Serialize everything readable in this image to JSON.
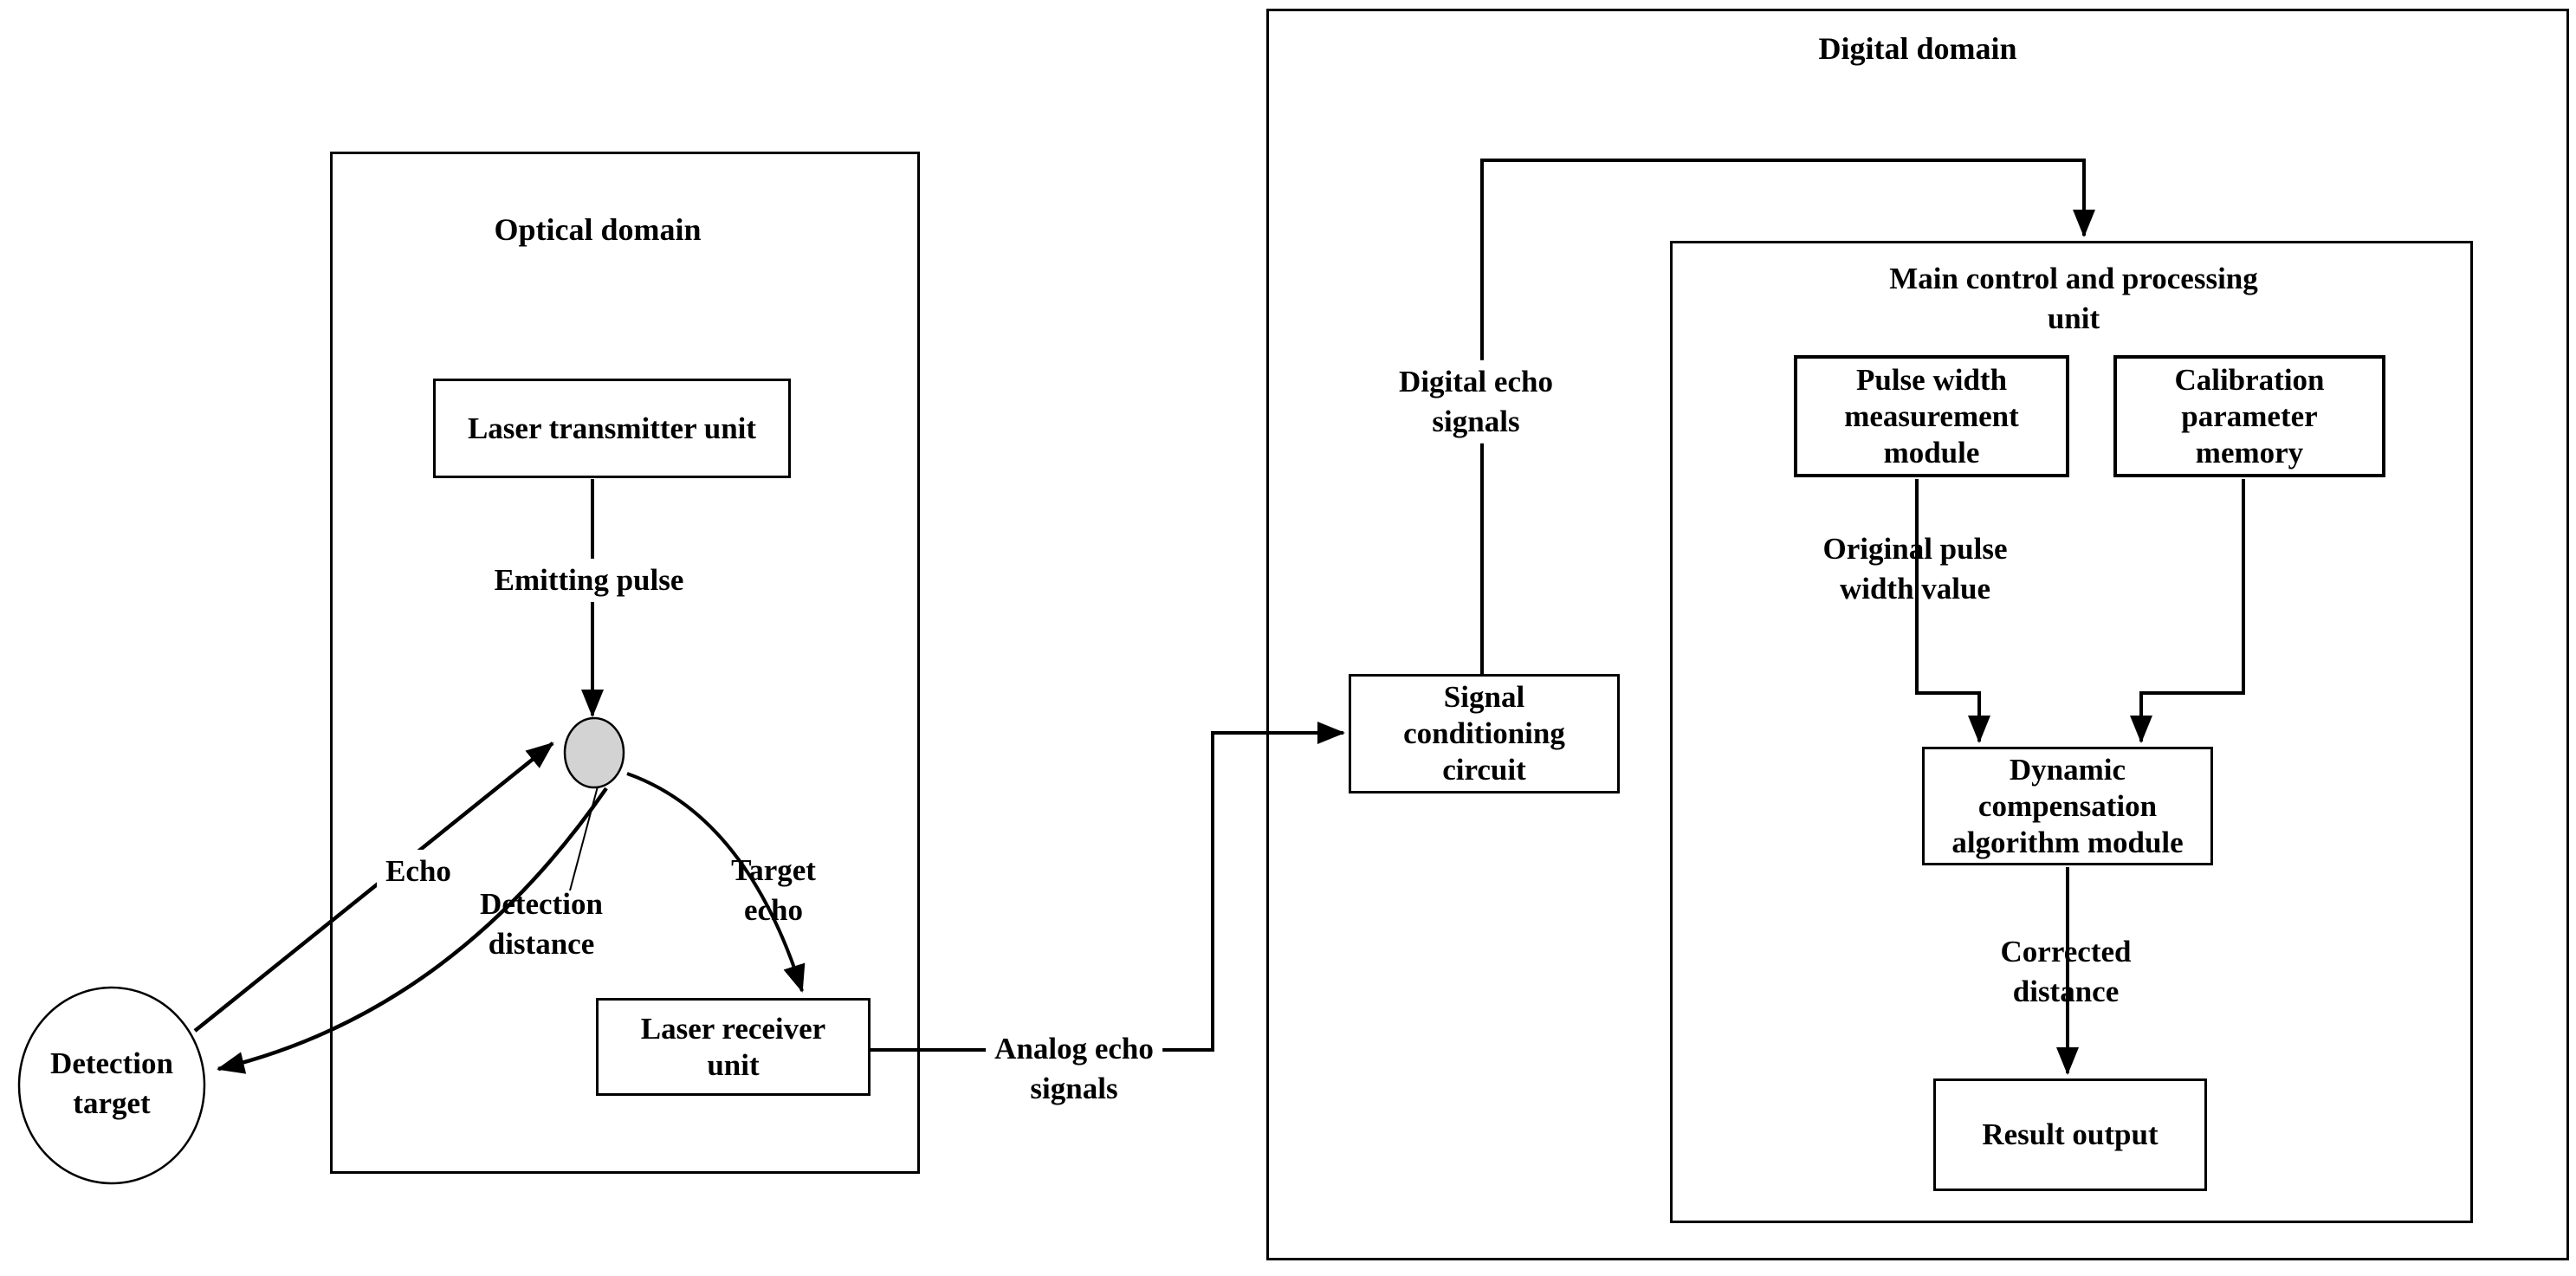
{
  "diagram": {
    "colors": {
      "line": "#000000",
      "lens_fill": "#d3d3d3",
      "background": "#ffffff"
    },
    "optical": {
      "title": "Optical domain",
      "laser_transmitter": "Laser transmitter unit",
      "emitting_pulse": "Emitting pulse",
      "echo": "Echo",
      "detection_distance": "Detection\ndistance",
      "target_echo": "Target\necho",
      "laser_receiver": "Laser receiver\nunit",
      "detection_target": "Detection\ntarget"
    },
    "interconnect": {
      "analog_echo_signals": "Analog echo\nsignals"
    },
    "digital": {
      "title": "Digital domain",
      "digital_echo_signals": "Digital echo\nsignals",
      "signal_conditioning": "Signal\nconditioning\ncircuit",
      "main_unit_title": "Main control and processing\nunit",
      "pulse_width_module": "Pulse width\nmeasurement\nmodule",
      "calibration_memory": "Calibration\nparameter\nmemory",
      "original_pulse_width": "Original pulse\nwidth value",
      "dynamic_module": "Dynamic\ncompensation\nalgorithm module",
      "corrected_distance": "Corrected\ndistance",
      "result_output": "Result output"
    }
  }
}
